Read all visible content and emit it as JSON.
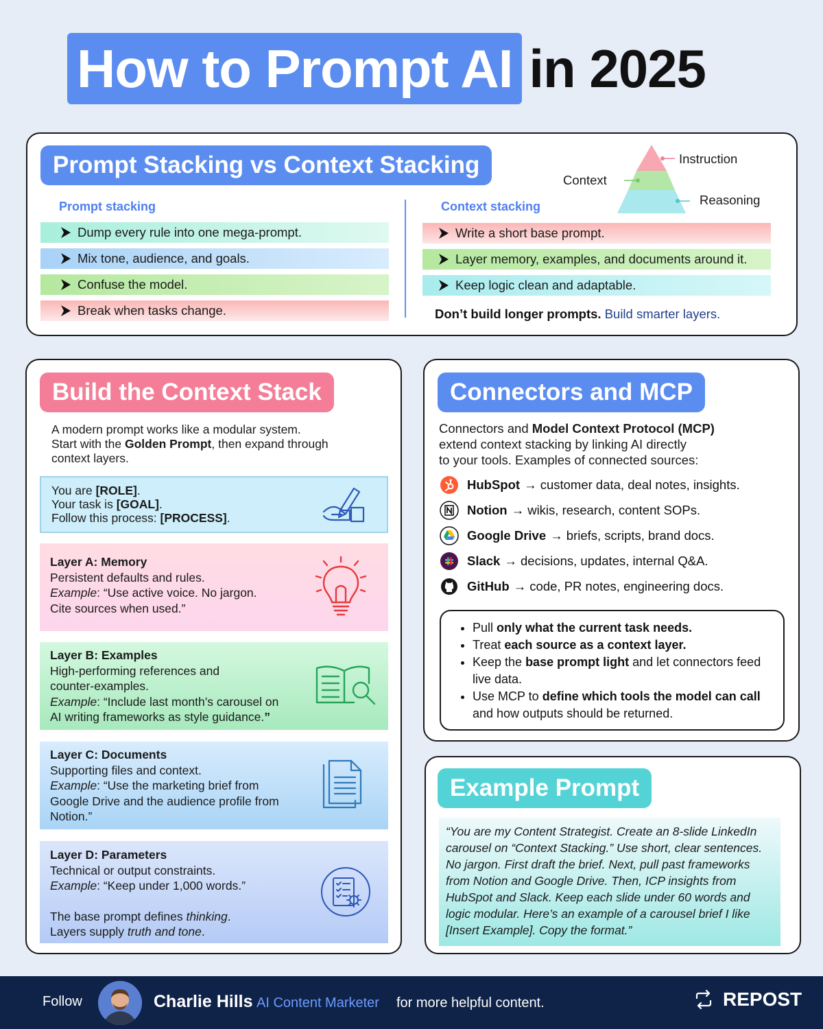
{
  "title": {
    "highlight": "How to Prompt AI",
    "rest": "in 2025"
  },
  "stacking": {
    "heading": "Prompt Stacking vs Context Stacking",
    "pyramid": {
      "top": "Instruction",
      "middle": "Context",
      "bottom": "Reasoning"
    },
    "prompt_col": {
      "heading": "Prompt stacking",
      "items": [
        "Dump every rule into one mega-prompt.",
        "Mix tone, audience, and goals.",
        "Confuse the model.",
        "Break when tasks change."
      ]
    },
    "context_col": {
      "heading": "Context stacking",
      "items": [
        "Write a short base prompt.",
        "Layer memory, examples, and documents around it.",
        "Keep logic clean and adaptable."
      ]
    },
    "tagline_bold": "Don’t build longer prompts.",
    "tagline_rest": "Build smarter layers."
  },
  "build": {
    "heading": "Build the Context Stack",
    "intro_1": "A modern prompt works like a modular system.",
    "intro_2a": "Start with the ",
    "intro_2b": "Golden Prompt",
    "intro_2c": ", then expand through",
    "intro_3": "context layers.",
    "golden": {
      "l1a": "You are ",
      "l1b": "[ROLE]",
      "l1c": ".",
      "l2a": "Your task is ",
      "l2b": "[GOAL]",
      "l2c": ".",
      "l3a": "Follow this process: ",
      "l3b": "[PROCESS]",
      "l3c": "."
    },
    "layer_a": {
      "title": "Layer A: Memory",
      "desc": "Persistent defaults and rules.",
      "example_label": "Example",
      "example_1": ": “Use active voice. No jargon.",
      "example_2": "Cite sources when used.”"
    },
    "layer_b": {
      "title": "Layer B: Examples",
      "desc_1": "High-performing references and",
      "desc_2": "counter-examples.",
      "example_label": "Example",
      "example_1": ": “Include last month’s carousel on",
      "example_2": "AI writing frameworks as style guidance.",
      "example_2_end": "”"
    },
    "layer_c": {
      "title": "Layer C: Documents",
      "desc": "Supporting files and context.",
      "example_label": "Example",
      "example_1": ": “Use the marketing brief from",
      "example_2": "Google Drive and the audience profile from",
      "example_3": "Notion.”"
    },
    "layer_d": {
      "title": "Layer D: Parameters",
      "desc": "Technical or output constraints.",
      "example_label": "Example",
      "example_1": ": “Keep under 1,000 words.”",
      "close_1a": "The base prompt defines ",
      "close_1b": "thinking",
      "close_1c": ".",
      "close_2a": "Layers supply ",
      "close_2b": "truth and tone",
      "close_2c": "."
    }
  },
  "mcp": {
    "heading": "Connectors and MCP",
    "intro_1a": "Connectors and ",
    "intro_1b": "Model Context Protocol (MCP)",
    "intro_2": "extend context stacking by linking AI directly",
    "intro_3": "to your tools. Examples of connected sources:",
    "connectors": [
      {
        "name": "HubSpot",
        "desc": "→ customer data, deal notes, insights.",
        "icon": "hubspot-icon",
        "color": "#ff5c35"
      },
      {
        "name": "Notion",
        "desc": "→ wikis, research, content SOPs.",
        "icon": "notion-icon",
        "color": "#000000"
      },
      {
        "name": "Google Drive",
        "desc": "→ briefs, scripts, brand docs.",
        "icon": "google-drive-icon",
        "color": "#1fa463"
      },
      {
        "name": "Slack",
        "desc": "→ decisions, updates, internal Q&A.",
        "icon": "slack-icon",
        "color": "#4a154b"
      },
      {
        "name": "GitHub",
        "desc": "→ code, PR notes, engineering docs.",
        "icon": "github-icon",
        "color": "#181717"
      }
    ],
    "bullets": {
      "b1a": "Pull ",
      "b1b": "only what the current task needs.",
      "b2a": "Treat ",
      "b2b": "each source as a context layer.",
      "b3a": "Keep the ",
      "b3b": "base prompt light",
      "b3c": " and let connectors feed live data.",
      "b4a": "Use MCP to ",
      "b4b": "define which tools the model can call",
      "b4c": " and how outputs should be returned."
    }
  },
  "example": {
    "heading": "Example Prompt",
    "text": "“You are my Content Strategist. Create an 8-slide LinkedIn carousel on “Context Stacking.” Use short, clear sentences. No jargon. First draft the brief. Next, pull past frameworks from Notion and Google Drive. Then, ICP insights from HubSpot and Slack. Keep each slide under 60 words and logic modular. Here’s an example of a carousel brief I like [Insert Example]. Copy the format.”"
  },
  "footer": {
    "follow": "Follow",
    "name": "Charlie Hills",
    "role": "AI Content Marketer",
    "more": "for more helpful content.",
    "repost": "REPOST"
  },
  "colors": {
    "accent_blue": "#5b8df0",
    "accent_pink": "#f47e98",
    "accent_teal": "#54d3d6",
    "footer_bg": "#0f2348"
  }
}
